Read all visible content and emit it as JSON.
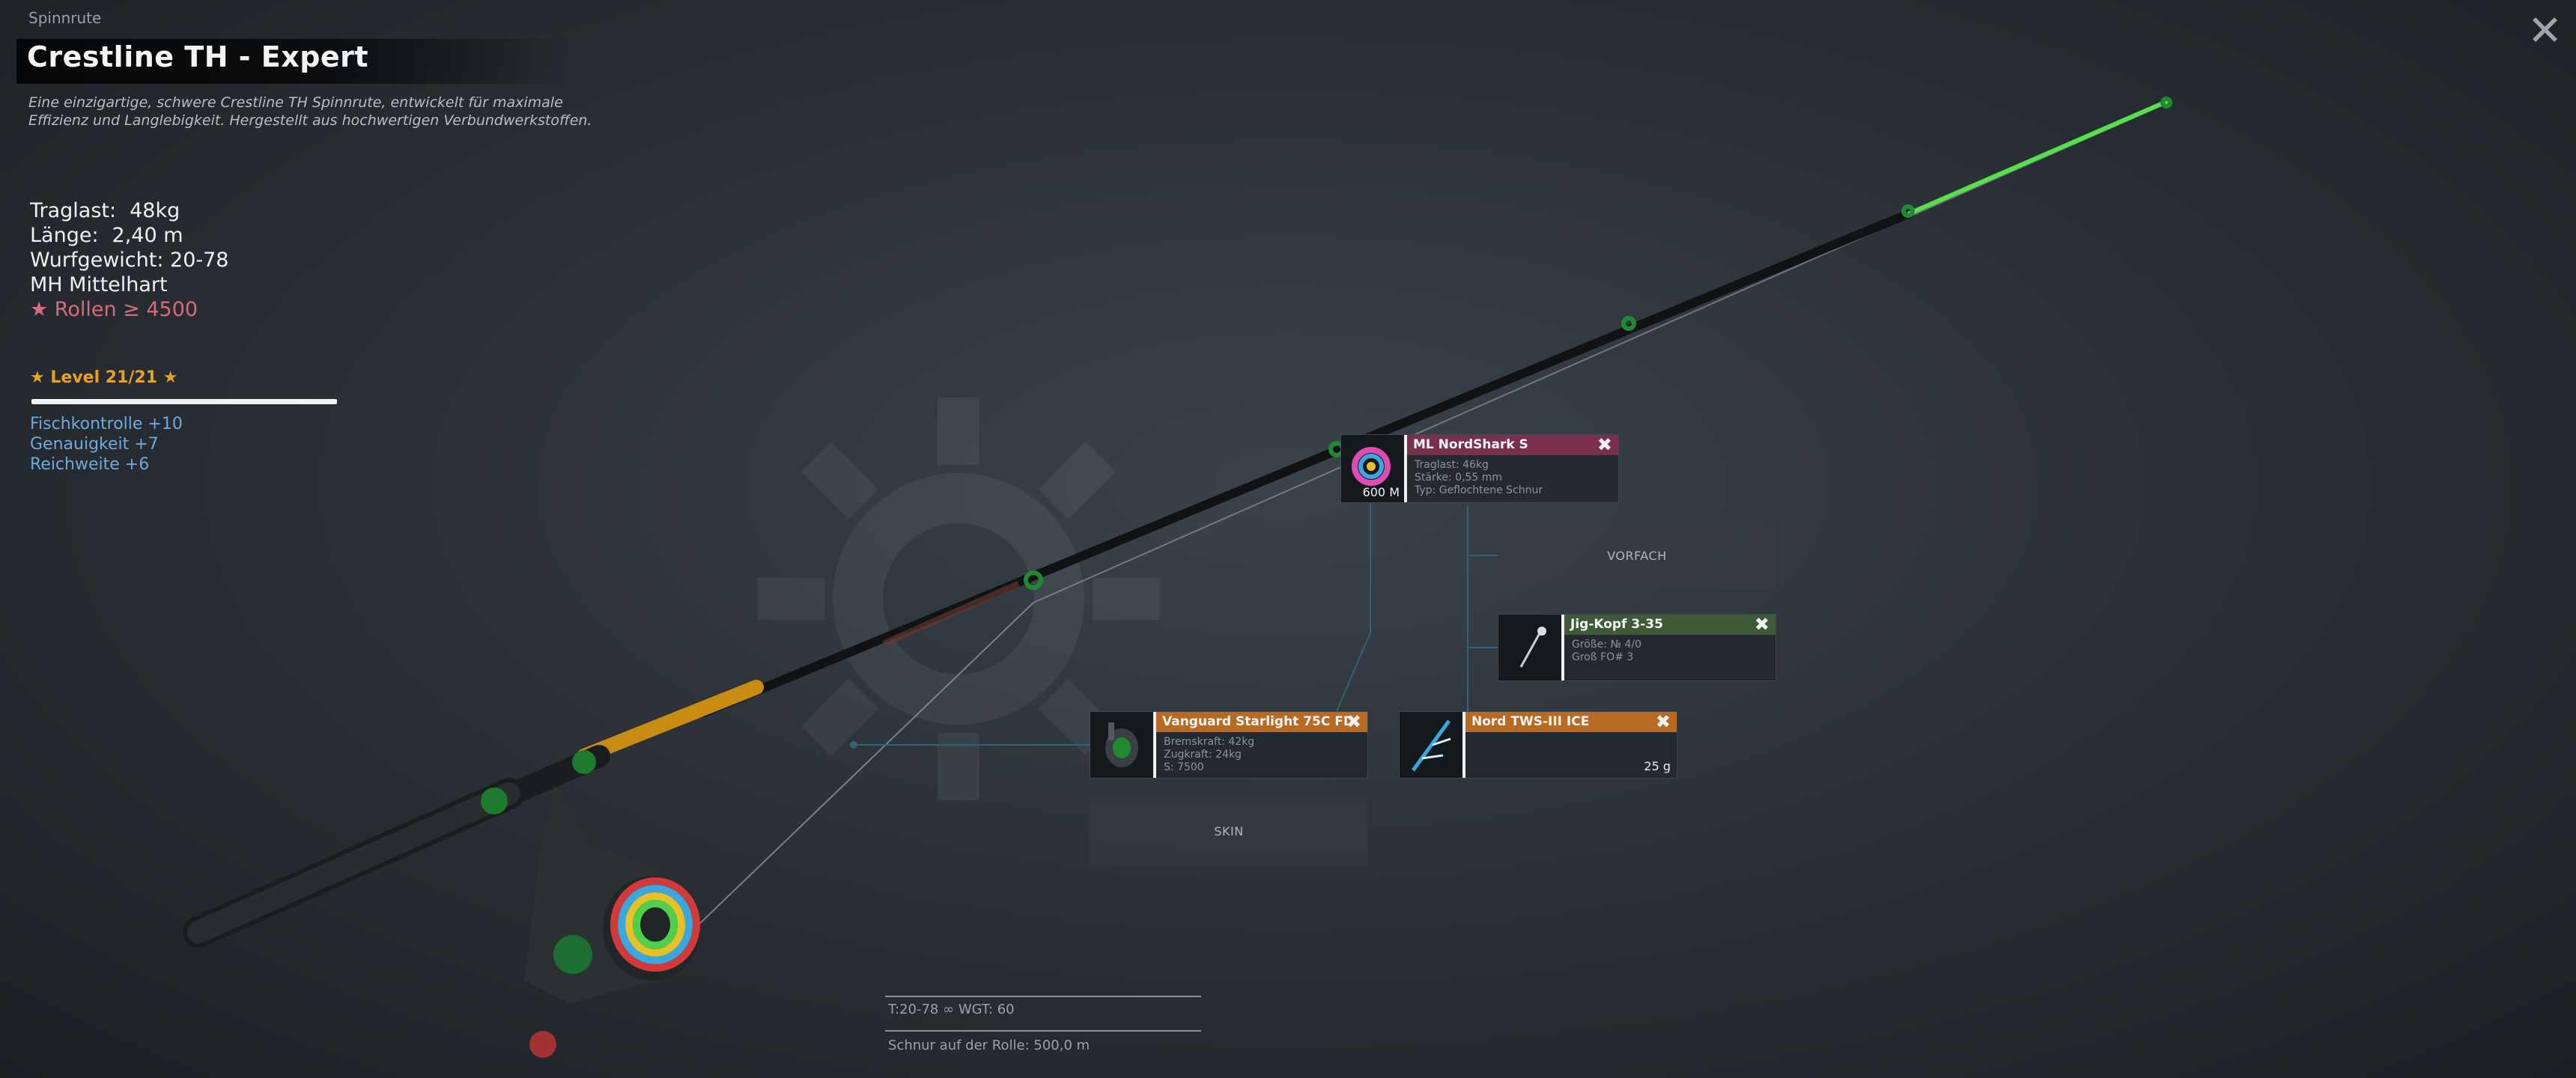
{
  "header": {
    "category": "Spinnrute",
    "title": "Crestline TH - Expert",
    "description": "Eine einzigartige, schwere Crestline TH Spinnrute, entwickelt für maximale Effizienz und Langlebigkeit. Hergestellt aus hochwertigen Verbundwerkstoffen.",
    "close": "✕"
  },
  "stats": {
    "load_label": "Traglast:",
    "load_value": "48kg",
    "length_label": "Länge:",
    "length_value": "2,40 m",
    "casting_label": "Wurfgewicht:",
    "casting_value": "20-78",
    "action": "MH Mittelhart",
    "requirement": "★ Rollen ≥ 4500"
  },
  "level": {
    "label": "★ Level 21/21 ★",
    "progress": 1.0,
    "bonuses": [
      "Fischkontrolle +10",
      "Genauigkeit +7",
      "Reichweite +6"
    ]
  },
  "slots": {
    "line": {
      "name": "ML NordShark S",
      "meters": "600 M",
      "info": [
        "Traglast:   46kg",
        "Stärke:   0,55 mm",
        "Typ: Geflochtene Schnur"
      ],
      "remove": "✖",
      "color": "#7b2f4f"
    },
    "leader": {
      "label": "VORFACH"
    },
    "lure": {
      "name": "Jig-Kopf 3-35",
      "info": [
        "Größe: № 4/0",
        "Groß FO# 3"
      ],
      "remove": "✖",
      "color": "#3f5a36"
    },
    "reel": {
      "name": "Vanguard Starlight 75C FD",
      "info": [
        "Bremskraft:   42kg",
        "Zugkraft:   24kg",
        "S: 7500"
      ],
      "remove": "✖",
      "color": "#b86a22"
    },
    "bait": {
      "name": "Nord TWS-III ICE",
      "weight": "25 g",
      "remove": "✖",
      "color": "#b86a22"
    },
    "skin": {
      "label": "SKIN"
    }
  },
  "footer": {
    "rating": "T:20-78  ∞  WGT: 60",
    "line_on_reel": "Schnur auf der Rolle: 500,0 m"
  },
  "icons": {
    "close": "close-icon",
    "remove": "remove-icon",
    "star": "star-icon"
  }
}
